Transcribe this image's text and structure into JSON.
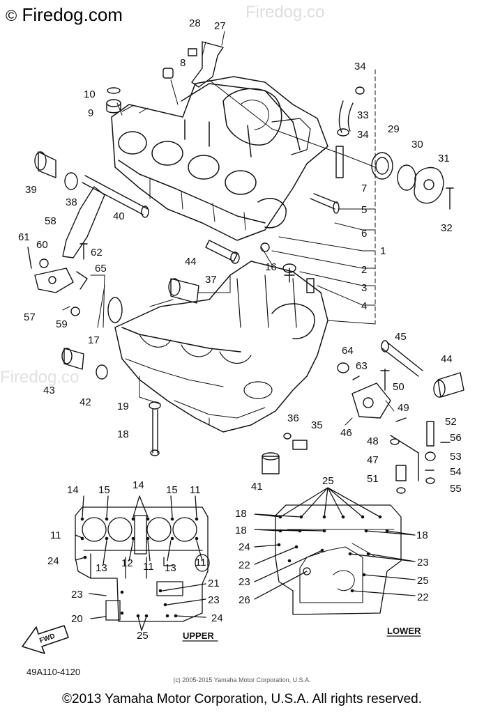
{
  "watermark": {
    "symbol": "©",
    "text": "Firedog.com",
    "repeat": "Firedog.co"
  },
  "callouts": {
    "c1": "1",
    "c2": "2",
    "c3": "3",
    "c4": "4",
    "c5": "5",
    "c6": "6",
    "c7": "7",
    "c8": "8",
    "c9": "9",
    "c10": "10",
    "c11": "11",
    "c12": "12",
    "c13": "13",
    "c14": "14",
    "c15": "15",
    "c16": "16",
    "c17": "17",
    "c18": "18",
    "c19": "19",
    "c20": "20",
    "c21": "21",
    "c22": "22",
    "c23": "23",
    "c24": "24",
    "c25": "25",
    "c26": "26",
    "c27": "27",
    "c28": "28",
    "c29": "29",
    "c30": "30",
    "c31": "31",
    "c32": "32",
    "c33": "33",
    "c34": "34",
    "c35": "35",
    "c36": "36",
    "c37": "37",
    "c38": "38",
    "c39": "39",
    "c40": "40",
    "c41": "41",
    "c42": "42",
    "c43": "43",
    "c44": "44",
    "c45": "45",
    "c46": "46",
    "c47": "47",
    "c48": "48",
    "c49": "49",
    "c50": "50",
    "c51": "51",
    "c52": "52",
    "c53": "53",
    "c54": "54",
    "c55": "55",
    "c56": "56",
    "c57": "57",
    "c58": "58",
    "c59": "59",
    "c60": "60",
    "c61": "61",
    "c62": "62",
    "c63": "63",
    "c64": "64",
    "c65": "65"
  },
  "inset": {
    "upper_label": "UPPER",
    "lower_label": "LOWER",
    "fwd_label": "FWD"
  },
  "part_code": "49A110-4120",
  "copyright_small": "(c) 2005-2015 Yamaha Motor Corporation, U.S.A.",
  "copyright": "©2013 Yamaha Motor Corporation, U.S.A. All rights reserved."
}
